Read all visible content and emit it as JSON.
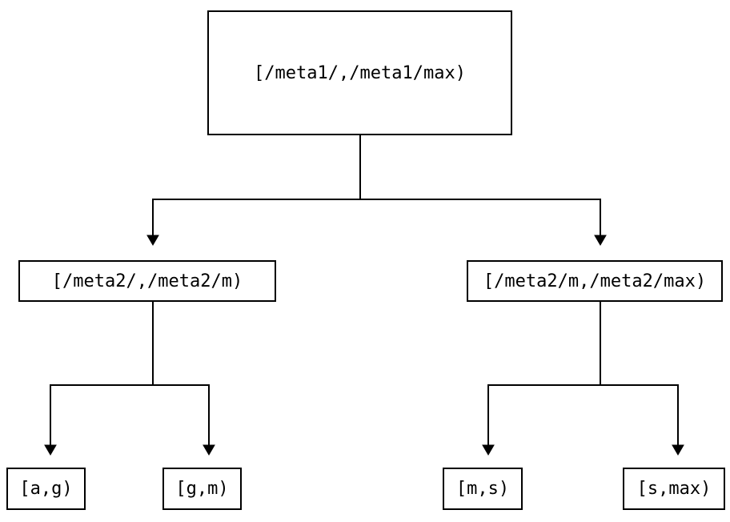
{
  "diagram": {
    "type": "tree",
    "nodes": {
      "root": {
        "label": "[/meta1/,/meta1/max)"
      },
      "left": {
        "label": "[/meta2/,/meta2/m)"
      },
      "right": {
        "label": "[/meta2/m,/meta2/max)"
      },
      "leaf_ag": {
        "label": "[a,g)"
      },
      "leaf_gm": {
        "label": "[g,m)"
      },
      "leaf_ms": {
        "label": "[m,s)"
      },
      "leaf_smax": {
        "label": "[s,max)"
      }
    },
    "edges": [
      {
        "from": "root",
        "to": "left"
      },
      {
        "from": "root",
        "to": "right"
      },
      {
        "from": "left",
        "to": "leaf_ag"
      },
      {
        "from": "left",
        "to": "leaf_gm"
      },
      {
        "from": "right",
        "to": "leaf_ms"
      },
      {
        "from": "right",
        "to": "leaf_smax"
      }
    ],
    "colors": {
      "line": "#000000",
      "box_border": "#000000",
      "text": "#000000",
      "background": "#ffffff"
    }
  }
}
